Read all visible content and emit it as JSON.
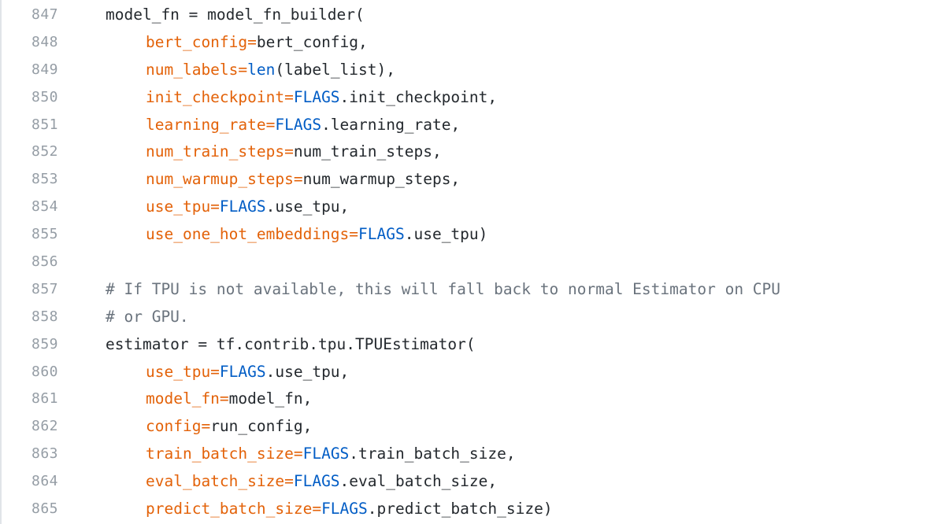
{
  "code": {
    "lines": [
      {
        "number": "847",
        "indent": 0,
        "tokens": [
          {
            "t": "model_fn = model_fn_builder(",
            "k": "plain"
          }
        ]
      },
      {
        "number": "848",
        "indent": 1,
        "tokens": [
          {
            "t": "bert_config=",
            "k": "param"
          },
          {
            "t": "bert_config,",
            "k": "plain"
          }
        ]
      },
      {
        "number": "849",
        "indent": 1,
        "tokens": [
          {
            "t": "num_labels=",
            "k": "param"
          },
          {
            "t": "len",
            "k": "builtin"
          },
          {
            "t": "(label_list),",
            "k": "plain"
          }
        ]
      },
      {
        "number": "850",
        "indent": 1,
        "tokens": [
          {
            "t": "init_checkpoint=",
            "k": "param"
          },
          {
            "t": "FLAGS",
            "k": "builtin"
          },
          {
            "t": ".init_checkpoint,",
            "k": "plain"
          }
        ]
      },
      {
        "number": "851",
        "indent": 1,
        "tokens": [
          {
            "t": "learning_rate=",
            "k": "param"
          },
          {
            "t": "FLAGS",
            "k": "builtin"
          },
          {
            "t": ".learning_rate,",
            "k": "plain"
          }
        ]
      },
      {
        "number": "852",
        "indent": 1,
        "tokens": [
          {
            "t": "num_train_steps=",
            "k": "param"
          },
          {
            "t": "num_train_steps,",
            "k": "plain"
          }
        ]
      },
      {
        "number": "853",
        "indent": 1,
        "tokens": [
          {
            "t": "num_warmup_steps=",
            "k": "param"
          },
          {
            "t": "num_warmup_steps,",
            "k": "plain"
          }
        ]
      },
      {
        "number": "854",
        "indent": 1,
        "tokens": [
          {
            "t": "use_tpu=",
            "k": "param"
          },
          {
            "t": "FLAGS",
            "k": "builtin"
          },
          {
            "t": ".use_tpu,",
            "k": "plain"
          }
        ]
      },
      {
        "number": "855",
        "indent": 1,
        "tokens": [
          {
            "t": "use_one_hot_embeddings=",
            "k": "param"
          },
          {
            "t": "FLAGS",
            "k": "builtin"
          },
          {
            "t": ".use_tpu)",
            "k": "plain"
          }
        ]
      },
      {
        "number": "856",
        "indent": 0,
        "tokens": []
      },
      {
        "number": "857",
        "indent": 0,
        "tokens": [
          {
            "t": "# If TPU is not available, this will fall back to normal Estimator on CPU",
            "k": "comment"
          }
        ]
      },
      {
        "number": "858",
        "indent": 0,
        "tokens": [
          {
            "t": "# or GPU.",
            "k": "comment"
          }
        ]
      },
      {
        "number": "859",
        "indent": 0,
        "tokens": [
          {
            "t": "estimator = tf.contrib.tpu.TPUEstimator(",
            "k": "plain"
          }
        ]
      },
      {
        "number": "860",
        "indent": 1,
        "tokens": [
          {
            "t": "use_tpu=",
            "k": "param"
          },
          {
            "t": "FLAGS",
            "k": "builtin"
          },
          {
            "t": ".use_tpu,",
            "k": "plain"
          }
        ]
      },
      {
        "number": "861",
        "indent": 1,
        "tokens": [
          {
            "t": "model_fn=",
            "k": "param"
          },
          {
            "t": "model_fn,",
            "k": "plain"
          }
        ]
      },
      {
        "number": "862",
        "indent": 1,
        "tokens": [
          {
            "t": "config=",
            "k": "param"
          },
          {
            "t": "run_config,",
            "k": "plain"
          }
        ]
      },
      {
        "number": "863",
        "indent": 1,
        "tokens": [
          {
            "t": "train_batch_size=",
            "k": "param"
          },
          {
            "t": "FLAGS",
            "k": "builtin"
          },
          {
            "t": ".train_batch_size,",
            "k": "plain"
          }
        ]
      },
      {
        "number": "864",
        "indent": 1,
        "tokens": [
          {
            "t": "eval_batch_size=",
            "k": "param"
          },
          {
            "t": "FLAGS",
            "k": "builtin"
          },
          {
            "t": ".eval_batch_size,",
            "k": "plain"
          }
        ]
      },
      {
        "number": "865",
        "indent": 1,
        "tokens": [
          {
            "t": "predict_batch_size=",
            "k": "param"
          },
          {
            "t": "FLAGS",
            "k": "builtin"
          },
          {
            "t": ".predict_batch_size)",
            "k": "plain"
          }
        ]
      }
    ]
  },
  "colors": {
    "param": "#e36209",
    "builtin": "#005cc5",
    "comment": "#6a737d",
    "plain": "#24292e",
    "line_number": "#959da5"
  }
}
